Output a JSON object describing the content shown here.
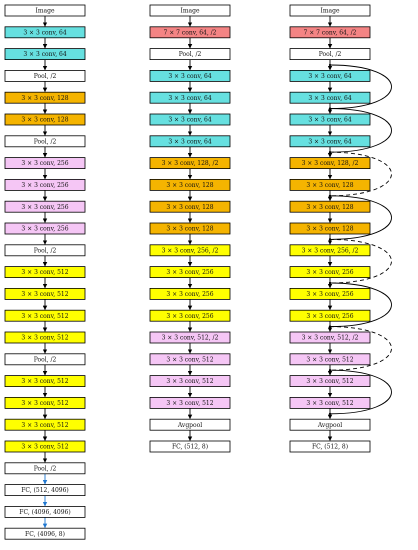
{
  "colors": {
    "white": "#ffffff",
    "cyan": "#66e0e0",
    "orange": "#f5b400",
    "pink": "#f5c6f5",
    "yellow": "#ffff00",
    "red": "#f48484",
    "stroke": "#000000",
    "blue_arrow": "#1f77d0"
  },
  "columns": [
    {
      "blocks": [
        {
          "label": "Image",
          "color": "white"
        },
        {
          "label": "3 × 3 conv, 64",
          "color": "cyan"
        },
        {
          "label": "3 × 3 conv, 64",
          "color": "cyan"
        },
        {
          "label": "Pool, /2",
          "color": "white"
        },
        {
          "label": "3 × 3 conv, 128",
          "color": "orange"
        },
        {
          "label": "3 × 3 conv, 128",
          "color": "orange"
        },
        {
          "label": "Pool, /2",
          "color": "white"
        },
        {
          "label": "3 × 3 conv, 256",
          "color": "pink"
        },
        {
          "label": "3 × 3 conv, 256",
          "color": "pink"
        },
        {
          "label": "3 × 3 conv, 256",
          "color": "pink"
        },
        {
          "label": "3 × 3 conv, 256",
          "color": "pink"
        },
        {
          "label": "Pool, /2",
          "color": "white"
        },
        {
          "label": "3 × 3 conv, 512",
          "color": "yellow"
        },
        {
          "label": "3 × 3 conv, 512",
          "color": "yellow"
        },
        {
          "label": "3 × 3 conv, 512",
          "color": "yellow"
        },
        {
          "label": "3 × 3 conv, 512",
          "color": "yellow"
        },
        {
          "label": "Pool, /2",
          "color": "white"
        },
        {
          "label": "3 × 3 conv, 512",
          "color": "yellow"
        },
        {
          "label": "3 × 3 conv, 512",
          "color": "yellow"
        },
        {
          "label": "3 × 3 conv, 512",
          "color": "yellow"
        },
        {
          "label": "3 × 3 conv, 512",
          "color": "yellow"
        },
        {
          "label": "Pool, /2",
          "color": "white"
        },
        {
          "label": "FC, (512, 4096)",
          "color": "white"
        },
        {
          "label": "FC, (4096, 4096)",
          "color": "white"
        },
        {
          "label": "FC, (4096, 8)",
          "color": "white"
        }
      ]
    },
    {
      "blocks": [
        {
          "label": "Image",
          "color": "white"
        },
        {
          "label": "7 × 7 conv, 64, /2",
          "color": "red"
        },
        {
          "label": "Pool, /2",
          "color": "white"
        },
        {
          "label": "3 × 3 conv, 64",
          "color": "cyan"
        },
        {
          "label": "3 × 3 conv, 64",
          "color": "cyan"
        },
        {
          "label": "3 × 3 conv, 64",
          "color": "cyan"
        },
        {
          "label": "3 × 3 conv, 64",
          "color": "cyan"
        },
        {
          "label": "3 × 3 conv, 128, /2",
          "color": "orange"
        },
        {
          "label": "3 × 3 conv, 128",
          "color": "orange"
        },
        {
          "label": "3 × 3 conv, 128",
          "color": "orange"
        },
        {
          "label": "3 × 3 conv, 128",
          "color": "orange"
        },
        {
          "label": "3 × 3 conv, 256, /2",
          "color": "yellow"
        },
        {
          "label": "3 × 3 conv, 256",
          "color": "yellow"
        },
        {
          "label": "3 × 3 conv, 256",
          "color": "yellow"
        },
        {
          "label": "3 × 3 conv, 256",
          "color": "yellow"
        },
        {
          "label": "3 × 3 conv, 512, /2",
          "color": "pink"
        },
        {
          "label": "3 × 3 conv, 512",
          "color": "pink"
        },
        {
          "label": "3 × 3 conv, 512",
          "color": "pink"
        },
        {
          "label": "3 × 3 conv, 512",
          "color": "pink"
        },
        {
          "label": "Avgpool",
          "color": "white"
        },
        {
          "label": "FC, (512, 8)",
          "color": "white"
        }
      ]
    },
    {
      "blocks": [
        {
          "label": "Image",
          "color": "white"
        },
        {
          "label": "7 × 7 conv, 64, /2",
          "color": "red"
        },
        {
          "label": "Pool, /2",
          "color": "white"
        },
        {
          "label": "3 × 3 conv, 64",
          "color": "cyan"
        },
        {
          "label": "3 × 3 conv, 64",
          "color": "cyan"
        },
        {
          "label": "3 × 3 conv, 64",
          "color": "cyan"
        },
        {
          "label": "3 × 3 conv, 64",
          "color": "cyan"
        },
        {
          "label": "3 × 3 conv, 128, /2",
          "color": "orange"
        },
        {
          "label": "3 × 3 conv, 128",
          "color": "orange"
        },
        {
          "label": "3 × 3 conv, 128",
          "color": "orange"
        },
        {
          "label": "3 × 3 conv, 128",
          "color": "orange"
        },
        {
          "label": "3 × 3 conv, 256, /2",
          "color": "yellow"
        },
        {
          "label": "3 × 3 conv, 256",
          "color": "yellow"
        },
        {
          "label": "3 × 3 conv, 256",
          "color": "yellow"
        },
        {
          "label": "3 × 3 conv, 256",
          "color": "yellow"
        },
        {
          "label": "3 × 3 conv, 512, /2",
          "color": "pink"
        },
        {
          "label": "3 × 3 conv, 512",
          "color": "pink"
        },
        {
          "label": "3 × 3 conv, 512",
          "color": "pink"
        },
        {
          "label": "3 × 3 conv, 512",
          "color": "pink"
        },
        {
          "label": "Avgpool",
          "color": "white"
        },
        {
          "label": "FC, (512, 8)",
          "color": "white"
        }
      ],
      "skips": [
        {
          "from": 2,
          "to": 4,
          "style": "solid"
        },
        {
          "from": 4,
          "to": 6,
          "style": "solid"
        },
        {
          "from": 6,
          "to": 8,
          "style": "dashed"
        },
        {
          "from": 8,
          "to": 10,
          "style": "solid"
        },
        {
          "from": 10,
          "to": 12,
          "style": "dashed"
        },
        {
          "from": 12,
          "to": 14,
          "style": "solid"
        },
        {
          "from": 14,
          "to": 16,
          "style": "dashed"
        },
        {
          "from": 16,
          "to": 18,
          "style": "solid"
        }
      ]
    }
  ]
}
